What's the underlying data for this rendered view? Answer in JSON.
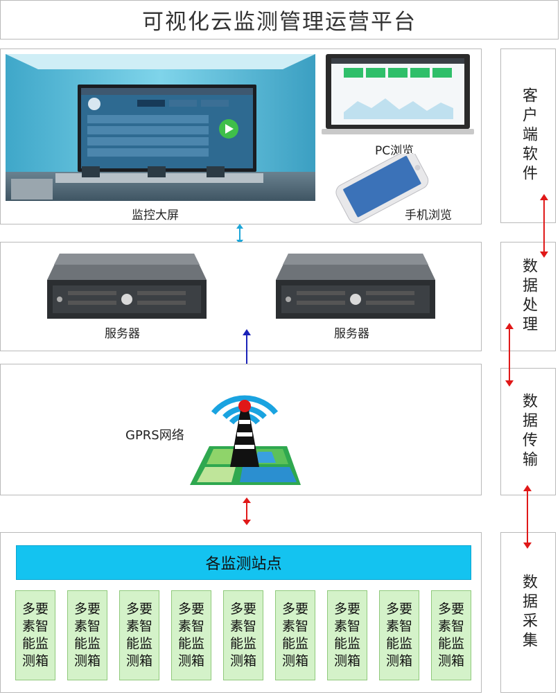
{
  "title": "可视化云监测管理运营平台",
  "client": {
    "big_screen_label": "监控大屏",
    "pc_label": "PC浏览",
    "mobile_label": "手机浏览"
  },
  "servers": {
    "left_label": "服务器",
    "right_label": "服务器"
  },
  "network": {
    "label": "GPRS网络"
  },
  "stations": {
    "banner": "各监测站点",
    "items": [
      "多要素智能监测箱",
      "多要素智能监测箱",
      "多要素智能监测箱",
      "多要素智能监测箱",
      "多要素智能监测箱",
      "多要素智能监测箱",
      "多要素智能监测箱",
      "多要素智能监测箱",
      "多要素智能监测箱"
    ]
  },
  "layers": [
    "客户端软件",
    "数据处理",
    "数据传输",
    "数据采集"
  ],
  "colors": {
    "arrow_blue": "#1da6d8",
    "arrow_navy": "#1a22b8",
    "arrow_red": "#e01818",
    "banner": "#14c3f0",
    "station_fill": "#d4f2c9"
  }
}
